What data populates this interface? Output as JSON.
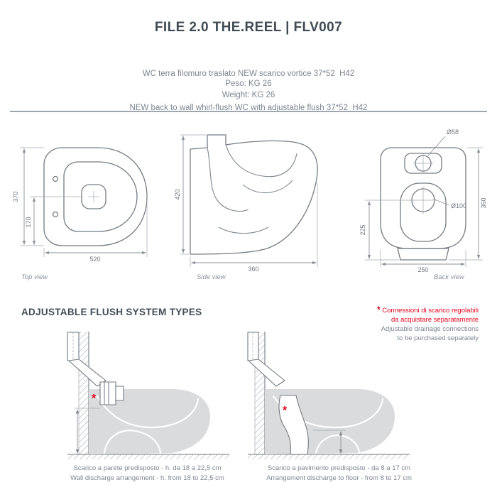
{
  "header": {
    "title": "FILE 2.0 THE.REEL | FLV007",
    "subtitle_it": "WC terra filomuro traslato NEW scarico vortice 37*52  H42",
    "subtitle_en": "NEW back to wall whirl-flush WC with adjustable flush 37*52  H42",
    "weight_it": "Peso: KG 26",
    "weight_en": "Weight: KG 26"
  },
  "views": {
    "top": {
      "label": "Top view",
      "dim_depth": "370",
      "dim_offset": "170",
      "dim_length": "520"
    },
    "side": {
      "label": "Side view",
      "dim_height": "420",
      "dim_depth": "360"
    },
    "back": {
      "label": "Back view",
      "dim_inlet": "Ø58",
      "dim_outlet": "Ø100",
      "dim_height": "360",
      "dim_mid": "225",
      "dim_width": "250"
    }
  },
  "flush": {
    "heading": "ADJUSTABLE FLUSH SYSTEM TYPES",
    "note_asterisk": "*",
    "note_it_line1": "Connessioni di scarico regolabili",
    "note_it_line2": "da acquistare separatamente",
    "note_en_line1": "Adjustable drainage connections",
    "note_en_line2": "to be purchased separately",
    "wall": {
      "asterisk": "*",
      "caption_it": "Scarico a parete predisposto - h. da 18 a 22,5 cm",
      "caption_en": "Wall discharge arrangement - h. from 18 to 22,5 cm"
    },
    "floor": {
      "asterisk": "*",
      "caption_it": "Scarico a pavimento predisposto - da 8 a 17 cm",
      "caption_en": "Arrangement discharge to floor - from 8 to 17 cm"
    }
  },
  "colors": {
    "accent_red": "#e2001a",
    "text": "#7b8591",
    "heading": "#3e4a54",
    "drawing_line": "#737c84"
  }
}
